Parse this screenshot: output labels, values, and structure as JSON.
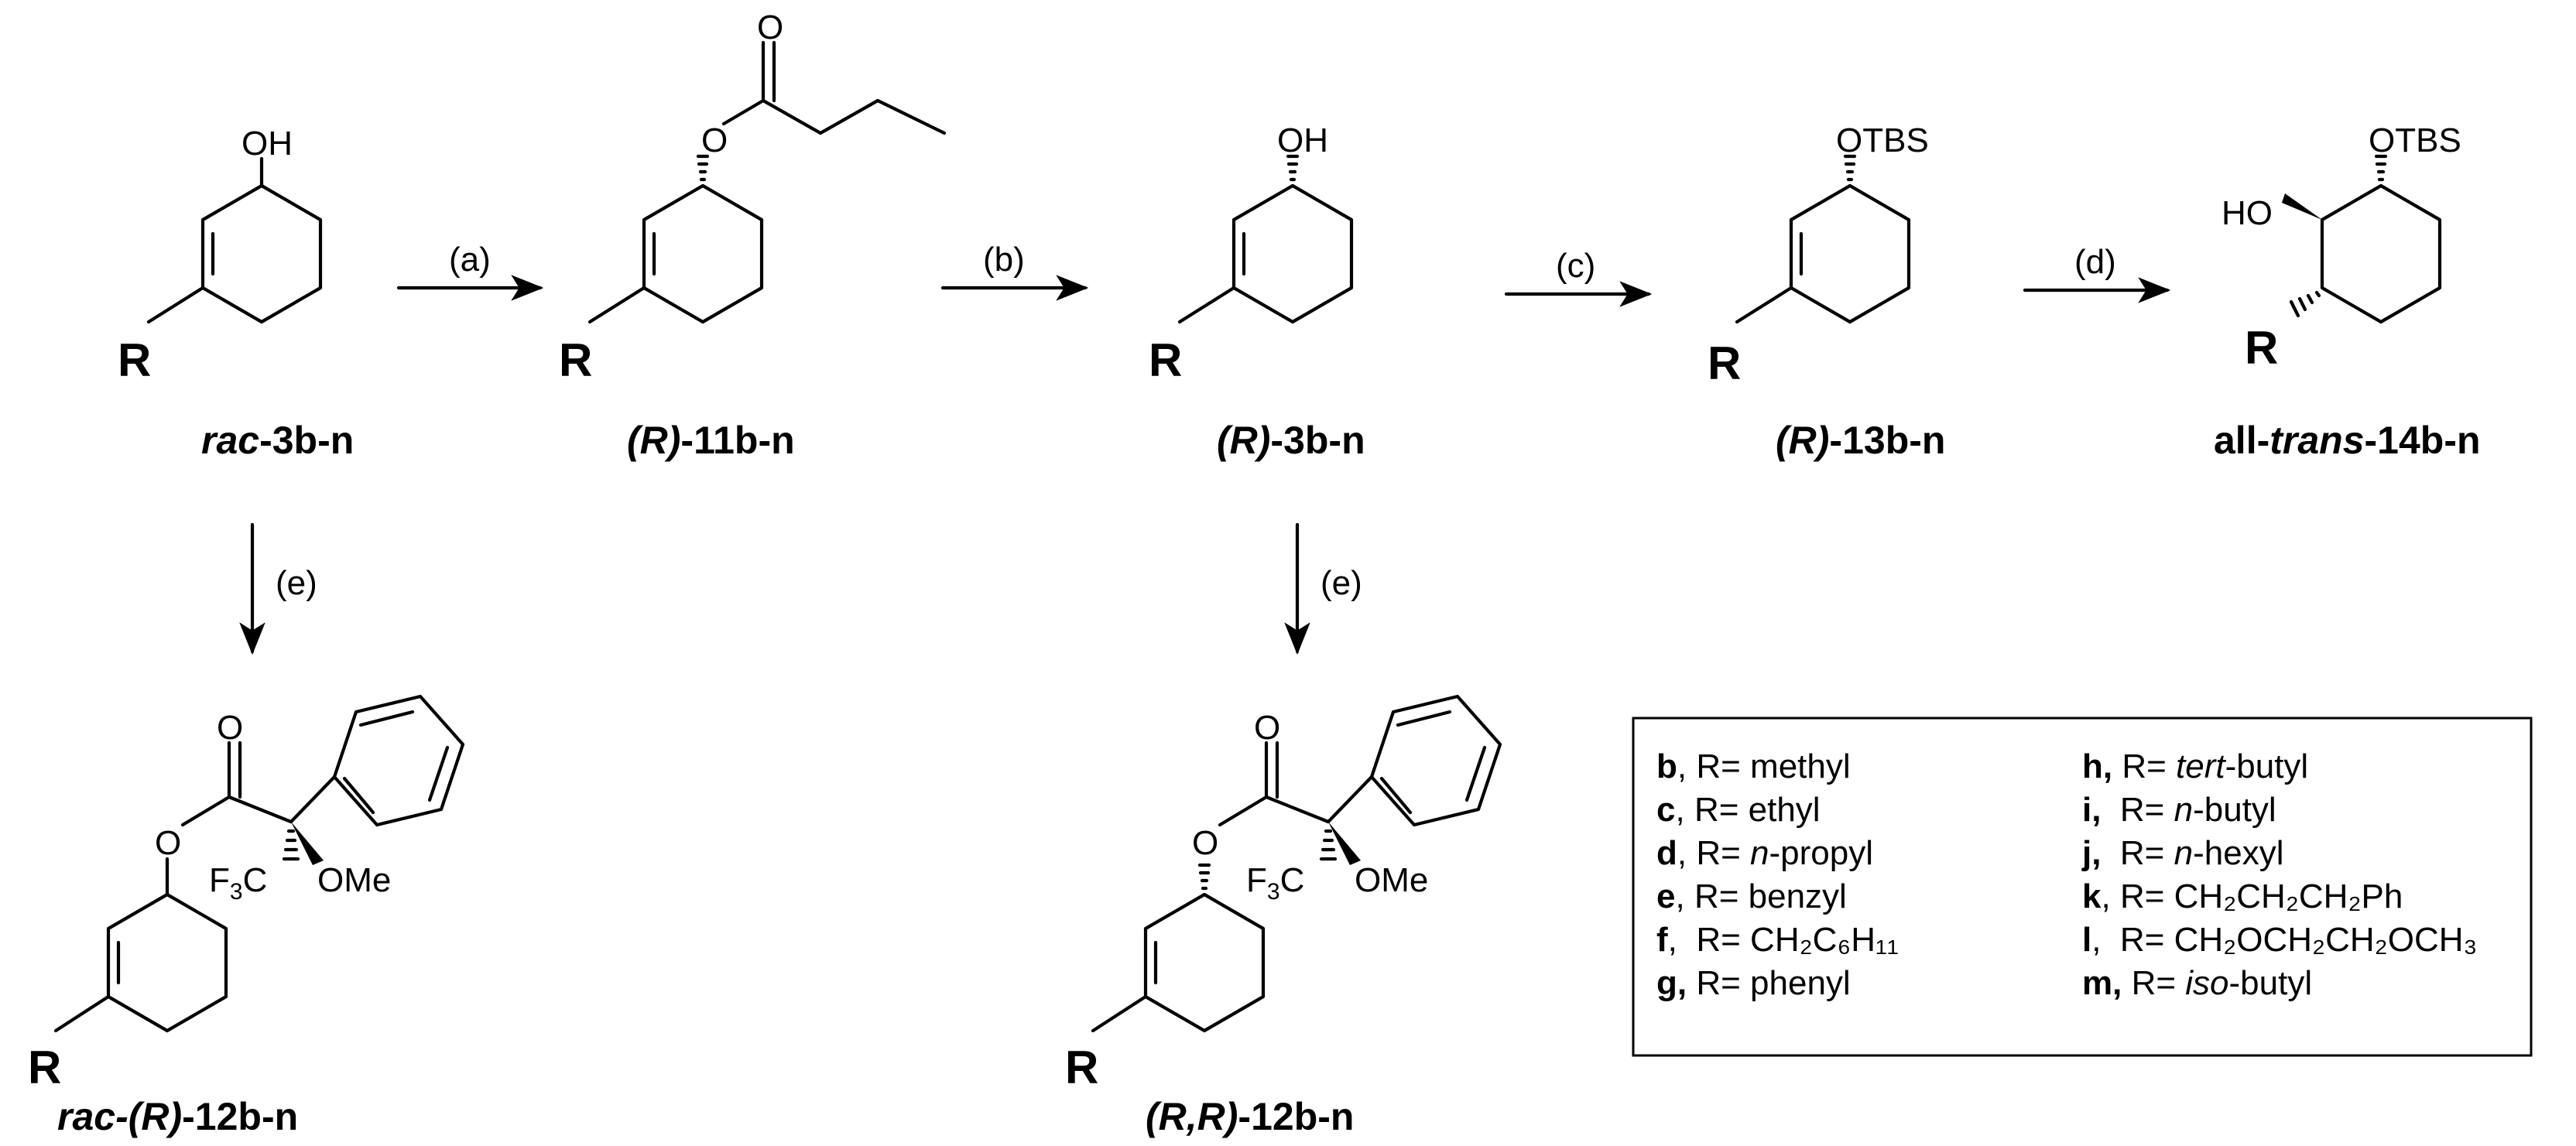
{
  "atoms": {
    "oh": "OH",
    "ho": "HO",
    "o": "O",
    "otbs": "OTBS",
    "r": "R",
    "ome": "OMe",
    "f3c_f": "F",
    "f3c_3": "3",
    "f3c_c": "C"
  },
  "compounds": {
    "rac3": {
      "prefix": "rac",
      "suffix": "-3b-n"
    },
    "r11": {
      "prefix": "(R)",
      "suffix": "-11b-n"
    },
    "r3": {
      "prefix": "(R)",
      "suffix": "-3b-n"
    },
    "r13": {
      "prefix": "(R)",
      "suffix": "-13b-n"
    },
    "t14": {
      "prefix": "all-",
      "italic": "trans",
      "suffix": "-14b-n"
    },
    "rac12": {
      "prefix": "rac-(R)",
      "suffix": "-12b-n"
    },
    "rr12": {
      "prefix": "(R,R)",
      "suffix": "-12b-n"
    }
  },
  "steps": {
    "a": "(a)",
    "b": "(b)",
    "c": "(c)",
    "d": "(d)",
    "e1": "(e)",
    "e2": "(e)"
  },
  "legend": {
    "left": [
      {
        "letter": "b",
        "sep": ",",
        "label": " R= ",
        "value": "methyl"
      },
      {
        "letter": "c",
        "sep": ",",
        "label": " R= ",
        "value": "ethyl"
      },
      {
        "letter": "d",
        "sep": ",",
        "label": " R= ",
        "italic": "n",
        "value": "-propyl"
      },
      {
        "letter": "e",
        "sep": ",",
        "label": " R= ",
        "value": "benzyl"
      },
      {
        "letter": "f",
        "sep": ",",
        "label": "  R= ",
        "value": "CH₂C₆H₁₁"
      },
      {
        "letter": "g,",
        "sep": "",
        "label": " R= ",
        "value": "phenyl"
      }
    ],
    "right": [
      {
        "letter": "h,",
        "sep": "",
        "label": " R= ",
        "italic": "tert",
        "value": "-butyl"
      },
      {
        "letter": "i,",
        "sep": "",
        "label": "  R= ",
        "italic": "n",
        "value": "-butyl"
      },
      {
        "letter": "j,",
        "sep": "",
        "label": "  R= ",
        "italic": "n",
        "value": "-hexyl"
      },
      {
        "letter": "k",
        "sep": ",",
        "label": " R= ",
        "value": "CH₂CH₂CH₂Ph"
      },
      {
        "letter": "l",
        "sep": ",",
        "label": "  R= ",
        "value": "CH₂OCH₂CH₂OCH₃"
      },
      {
        "letter": "m,",
        "sep": "",
        "label": " R= ",
        "italic": "iso",
        "value": "-butyl"
      }
    ]
  }
}
